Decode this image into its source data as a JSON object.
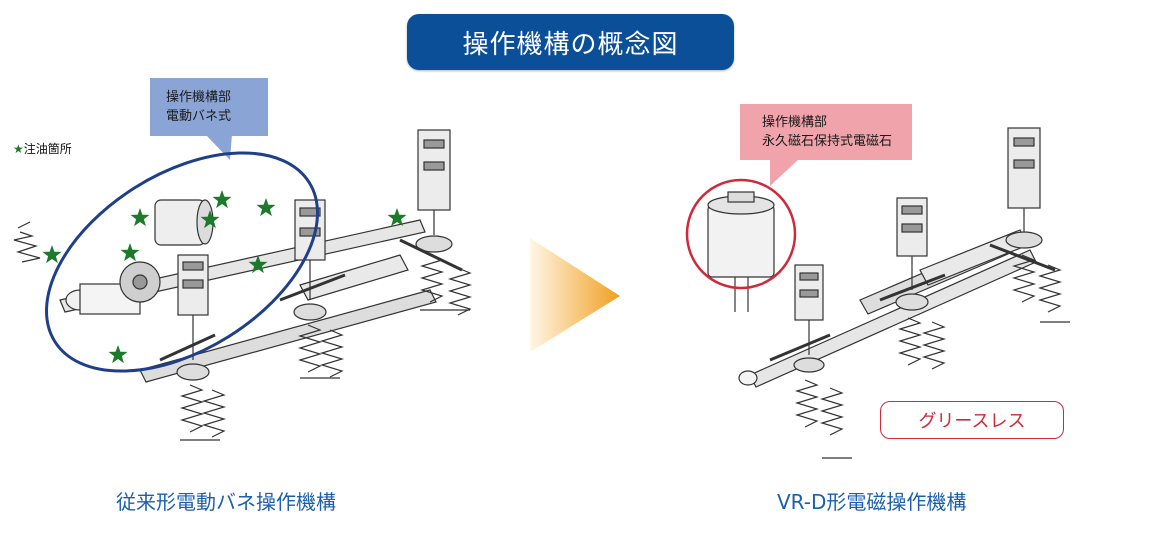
{
  "title": "操作機構の概念図",
  "left": {
    "callout_line1": "操作機構部",
    "callout_line2": "電動バネ式",
    "legend_star": "★",
    "legend_text": "注油箇所",
    "caption": "従来形電動バネ操作機構"
  },
  "right": {
    "callout_line1": "操作機構部",
    "callout_line2": "永久磁石保持式電磁石",
    "badge": "グリースレス",
    "caption": "VR-D形電磁操作機構"
  },
  "colors": {
    "title_bg": "#0b4f98",
    "caption_blue": "#1c5fae",
    "callout_blue": "#8aa4d6",
    "callout_pink": "#f0a3ab",
    "highlight_red": "#cf2a3b",
    "ellipse_navy": "#1f3f8a",
    "star_green": "#1d7a2a",
    "arrow_orange": "#f0a020"
  }
}
